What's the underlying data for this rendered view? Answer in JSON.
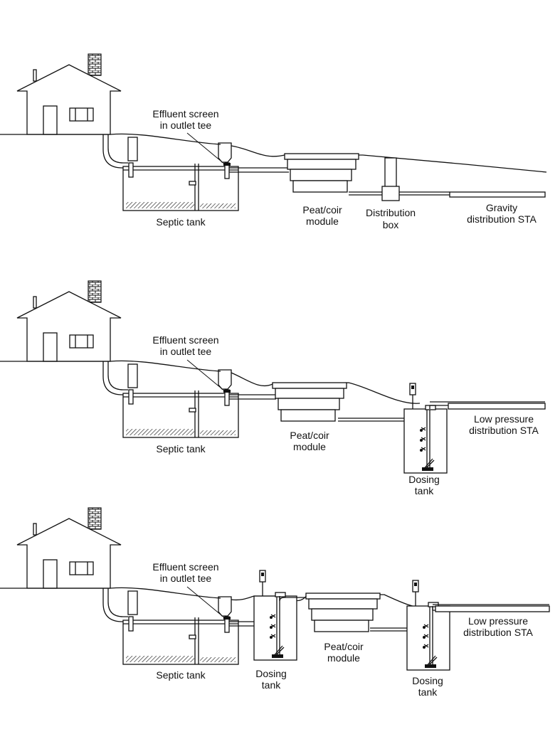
{
  "panel_top": {
    "effluent_line1": "Effluent screen",
    "effluent_line2": "in outlet tee",
    "septic": "Septic tank",
    "peat_line1": "Peat/coir",
    "peat_line2": "module",
    "dbox_line1": "Distribution",
    "dbox_line2": "box",
    "sta_line1": "Gravity",
    "sta_line2": "distribution STA"
  },
  "panel_middle": {
    "effluent_line1": "Effluent screen",
    "effluent_line2": "in outlet tee",
    "septic": "Septic tank",
    "peat_line1": "Peat/coir",
    "peat_line2": "module",
    "dose_line1": "Dosing",
    "dose_line2": "tank",
    "sta_line1": "Low pressure",
    "sta_line2": "distribution STA"
  },
  "panel_bottom": {
    "effluent_line1": "Effluent screen",
    "effluent_line2": "in outlet tee",
    "septic": "Septic tank",
    "dose1_line1": "Dosing",
    "dose1_line2": "tank",
    "peat_line1": "Peat/coir",
    "peat_line2": "module",
    "dose2_line1": "Dosing",
    "dose2_line2": "tank",
    "sta_line1": "Low pressure",
    "sta_line2": "distribution STA"
  }
}
